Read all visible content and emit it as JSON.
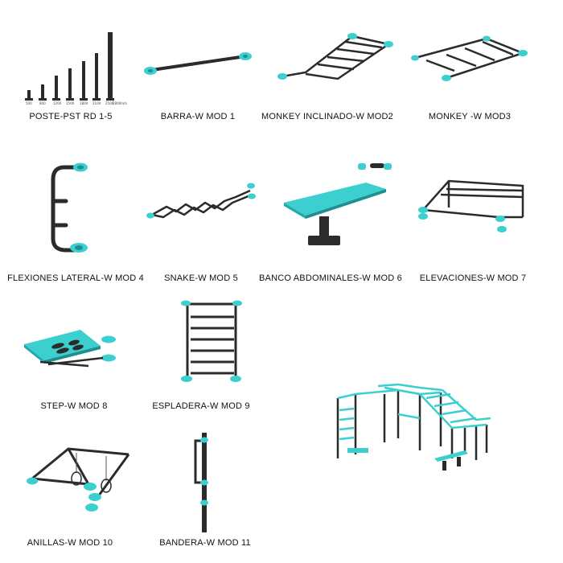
{
  "colors": {
    "frame": "#2b2b2b",
    "accent": "#3ccfd0",
    "accent_dark": "#25a9ab",
    "label": "#111111",
    "background": "#ffffff"
  },
  "products": [
    {
      "label": "POSTE-PST RD 1-5",
      "icon": "post-set-icon",
      "post_tick_labels": [
        "500",
        "800",
        "1200",
        "1500",
        "1800",
        "2100",
        "2500",
        "2800mm"
      ]
    },
    {
      "label": "BARRA-W MOD 1",
      "icon": "bar-icon"
    },
    {
      "label": "MONKEY INCLINADO-W MOD2",
      "icon": "inclined-monkey-bars-icon"
    },
    {
      "label": "MONKEY -W MOD3",
      "icon": "monkey-bars-icon"
    },
    {
      "label": "FLEXIONES LATERAL-W MOD 4",
      "icon": "lateral-pushup-bar-icon"
    },
    {
      "label": "SNAKE-W MOD 5",
      "icon": "snake-bar-icon"
    },
    {
      "label": "BANCO ABDOMINALES-W MOD 6",
      "icon": "ab-bench-icon"
    },
    {
      "label": "ELEVACIONES-W MOD 7",
      "icon": "elevation-frame-icon"
    },
    {
      "label": "STEP-W MOD 8",
      "icon": "step-platform-icon"
    },
    {
      "label": "ESPLADERA-W MOD 9",
      "icon": "wall-bars-icon"
    },
    {
      "label": "ANILLAS-W MOD 10",
      "icon": "gym-rings-icon"
    },
    {
      "label": "BANDERA-W MOD 11",
      "icon": "flag-pole-icon"
    }
  ],
  "assembly": {
    "icon": "full-calisthenics-park-icon"
  }
}
